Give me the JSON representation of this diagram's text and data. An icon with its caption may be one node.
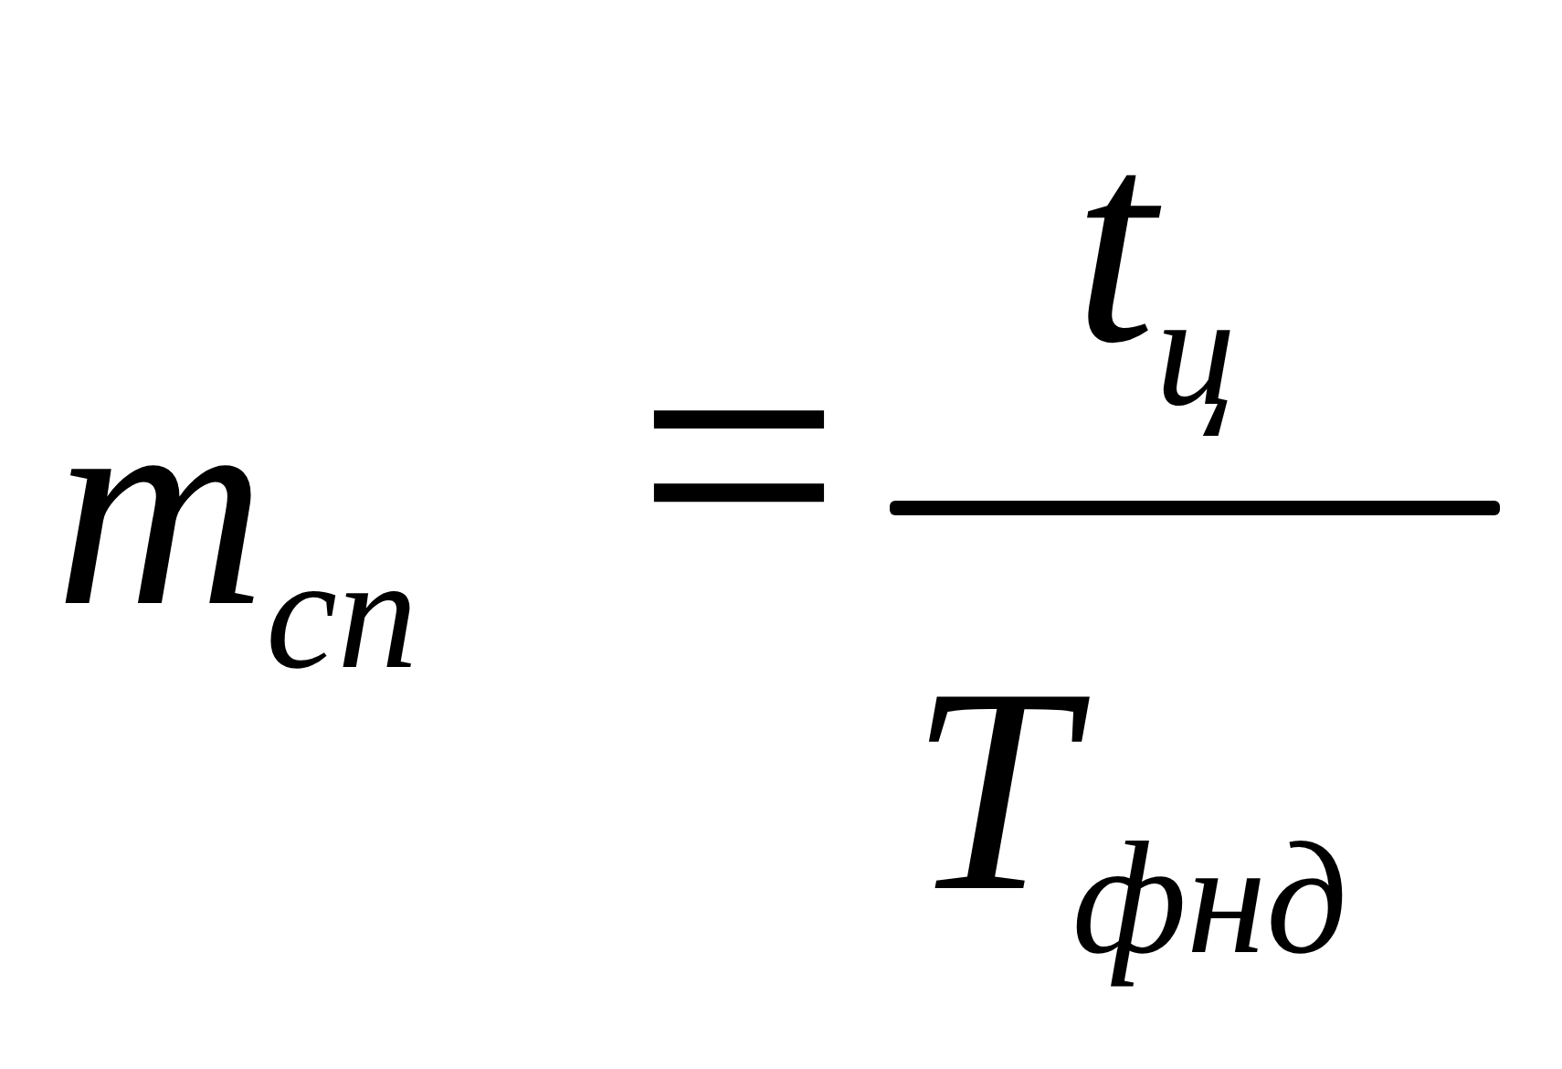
{
  "diagram": {
    "labels": [
      "m$_{сп}$",
      "=",
      "t$_{ц}$",
      "T$_{фнд}$"
    ]
  }
}
